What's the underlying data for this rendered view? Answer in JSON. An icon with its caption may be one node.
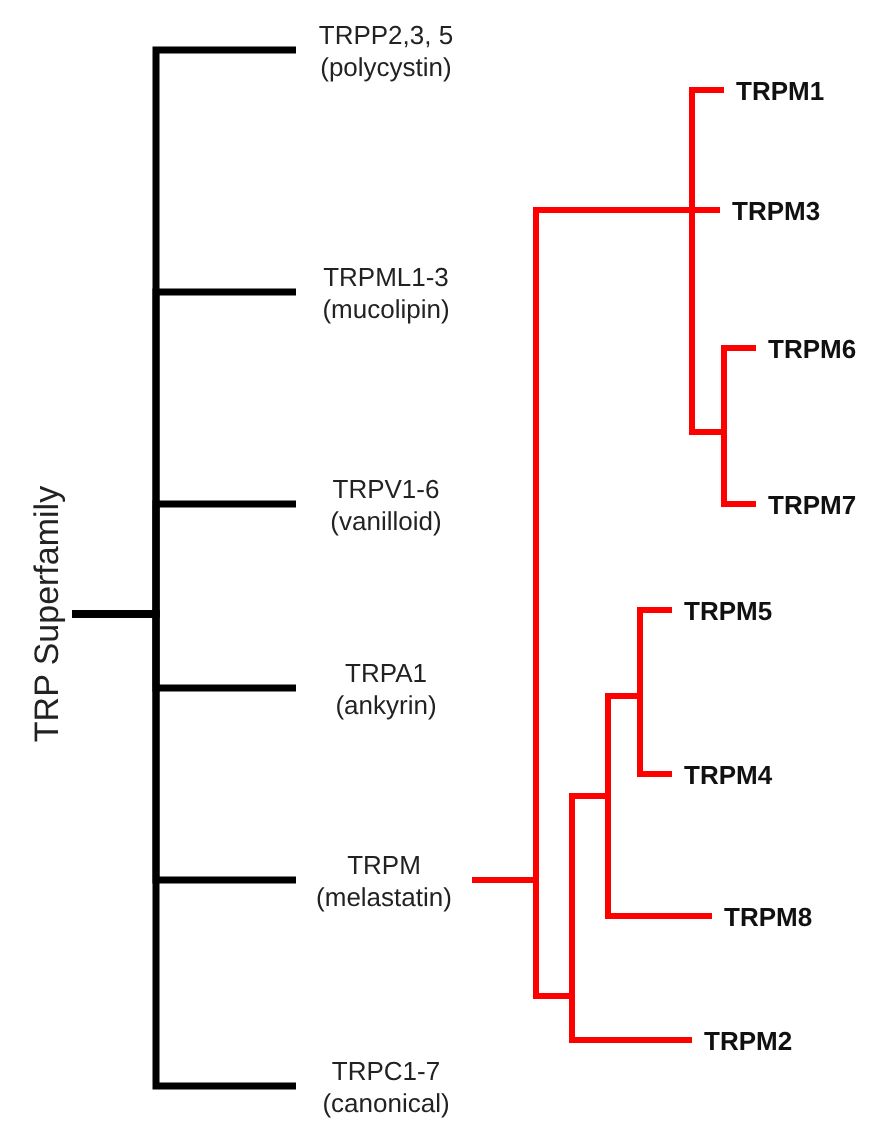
{
  "diagram": {
    "nodes": [
      {
        "text": [
          "TRP Superfamily"
        ]
      },
      {
        "text": [
          "TRPP2,3, 5",
          "(polycystin)"
        ]
      },
      {
        "text": [
          "TRPML1-3",
          "(mucolipin)"
        ]
      },
      {
        "text": [
          "TRPV1-6",
          "(vanilloid)"
        ]
      },
      {
        "text": [
          "TRPA1",
          "(ankyrin)"
        ]
      },
      {
        "text": [
          "TRPM",
          "(melastatin)"
        ]
      },
      {
        "text": [
          "TRPC1-7",
          "(canonical)"
        ]
      },
      {
        "text": [
          "TRPM1"
        ]
      },
      {
        "text": [
          "TRPM3"
        ]
      },
      {
        "text": [
          "TRPM6"
        ]
      },
      {
        "text": [
          "TRPM7"
        ]
      },
      {
        "text": [
          "TRPM5"
        ]
      },
      {
        "text": [
          "TRPM4"
        ]
      },
      {
        "text": [
          "TRPM8"
        ]
      },
      {
        "text": [
          "TRPM2"
        ]
      }
    ],
    "edges": [
      {
        "from": 0,
        "to": 1,
        "arrow": "none",
        "color": "#000000"
      },
      {
        "from": 0,
        "to": 2,
        "arrow": "none",
        "color": "#000000"
      },
      {
        "from": 0,
        "to": 3,
        "arrow": "none",
        "color": "#000000"
      },
      {
        "from": 0,
        "to": 4,
        "arrow": "none",
        "color": "#000000"
      },
      {
        "from": 0,
        "to": 5,
        "arrow": "none",
        "color": "#000000"
      },
      {
        "from": 0,
        "to": 6,
        "arrow": "none",
        "color": "#000000"
      },
      {
        "from": 5,
        "to": 7,
        "arrow": "none",
        "color": "#ff0000"
      },
      {
        "from": 5,
        "to": 8,
        "arrow": "none",
        "color": "#ff0000"
      },
      {
        "from": 5,
        "to": 9,
        "arrow": "none",
        "color": "#ff0000"
      },
      {
        "from": 5,
        "to": 10,
        "arrow": "none",
        "color": "#ff0000"
      },
      {
        "from": 5,
        "to": 11,
        "arrow": "none",
        "color": "#ff0000"
      },
      {
        "from": 5,
        "to": 12,
        "arrow": "none",
        "color": "#ff0000"
      },
      {
        "from": 5,
        "to": 13,
        "arrow": "none",
        "color": "#ff0000"
      },
      {
        "from": 5,
        "to": 14,
        "arrow": "none",
        "color": "#ff0000"
      }
    ]
  }
}
